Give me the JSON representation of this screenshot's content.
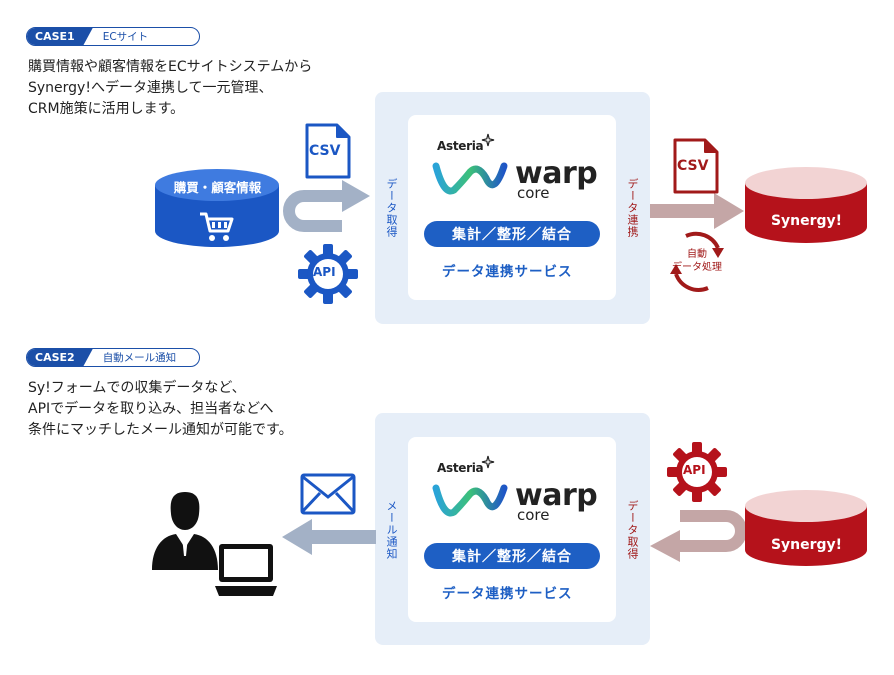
{
  "case1": {
    "badge": "CASE1",
    "label": "ECサイト",
    "description": "購買情報や顧客情報をECサイトシステムから\nSynergy!へデータ連携して一元管理、\nCRM施策に活用します。",
    "source_label": "購買・顧客情報",
    "file_icon_label": "CSV",
    "api_label": "API",
    "acquire_label": "データ取得",
    "link_label": "データ連携",
    "target_label": "Synergy!",
    "target_file_label": "CSV",
    "auto_label": "自動\nデータ処理"
  },
  "case2": {
    "badge": "CASE2",
    "label": "自動メール通知",
    "description": "Sy!フォームでの収集データなど、\nAPIでデータを取り込み、担当者などへ\n条件にマッチしたメール通知が可能です。",
    "notify_label": "メール通知",
    "acquire_label": "データ取得",
    "api_label": "API",
    "source_label": "Synergy!"
  },
  "product": {
    "brand": "Asteria",
    "name": "warp",
    "sub": "core",
    "functions": "集計／整形／結合",
    "service": "データ連携サービス"
  },
  "colors": {
    "blue": "#1b4fa8",
    "bright_blue": "#1e5fc4",
    "red": "#a11a1a",
    "gray_arrow": "#a3b1c6",
    "pink_arrow": "#c4a6a6"
  }
}
